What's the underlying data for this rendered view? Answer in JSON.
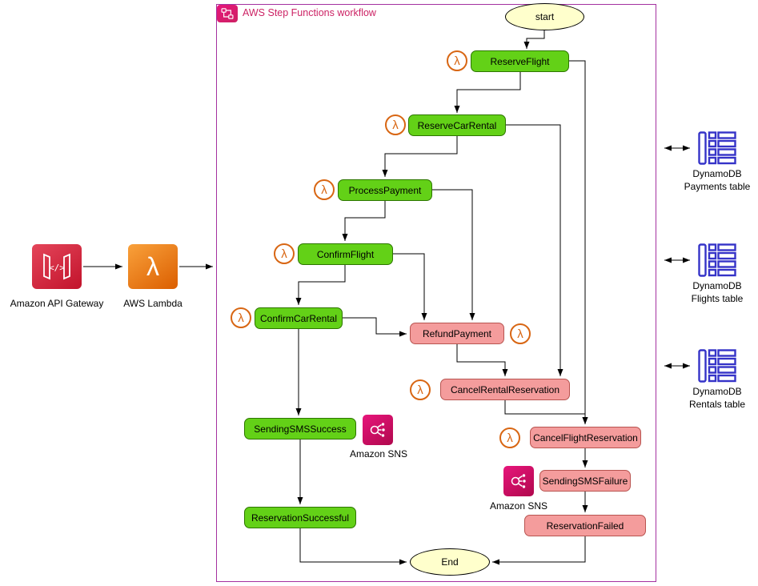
{
  "diagram": {
    "title": "AWS Step Functions workflow",
    "glyphs": {
      "lambda": "λ",
      "api_gateway": "</>"
    },
    "nodes": {
      "start": {
        "label": "start"
      },
      "reserveFlight": {
        "label": "ReserveFlight"
      },
      "reserveCarRental": {
        "label": "ReserveCarRental"
      },
      "processPayment": {
        "label": "ProcessPayment"
      },
      "confirmFlight": {
        "label": "ConfirmFlight"
      },
      "confirmCarRental": {
        "label": "ConfirmCarRental"
      },
      "refundPayment": {
        "label": "RefundPayment"
      },
      "cancelRentalReservation": {
        "label": "CancelRentalReservation"
      },
      "cancelFlightReservation": {
        "label": "CancelFlightReservation"
      },
      "sendingSMSSuccess": {
        "label": "SendingSMSSuccess"
      },
      "sendingSMSFailure": {
        "label": "SendingSMSFailure"
      },
      "reservationSuccessful": {
        "label": "ReservationSuccessful"
      },
      "reservationFailed": {
        "label": "ReservationFailed"
      },
      "end": {
        "label": "End"
      }
    },
    "external": {
      "apiGateway": {
        "label": "Amazon API Gateway"
      },
      "lambdaService": {
        "label": "AWS Lambda"
      },
      "snsSuccess": {
        "label": "Amazon SNS"
      },
      "snsFailure": {
        "label": "Amazon SNS"
      },
      "dynamodbPayments": {
        "line1": "DynamoDB",
        "line2": "Payments table"
      },
      "dynamodbFlights": {
        "line1": "DynamoDB",
        "line2": "Flights table"
      },
      "dynamodbRentals": {
        "line1": "DynamoDB",
        "line2": "Rentals table"
      }
    },
    "colors": {
      "success_fill": "#63D117",
      "success_border": "#2D7600",
      "failure_fill": "#F49C9C",
      "failure_border": "#B85450",
      "terminal_fill": "#FFFFCC",
      "terminal_border": "#000000",
      "workflow_border": "#A431A0",
      "workflow_title": "#CC2264",
      "lambda_orange": "#D86613",
      "sns_pink": "#E7157B",
      "api_gateway_red": "#DD344C",
      "dynamodb_blue": "#3533C8",
      "edge_color": "#000000"
    }
  }
}
